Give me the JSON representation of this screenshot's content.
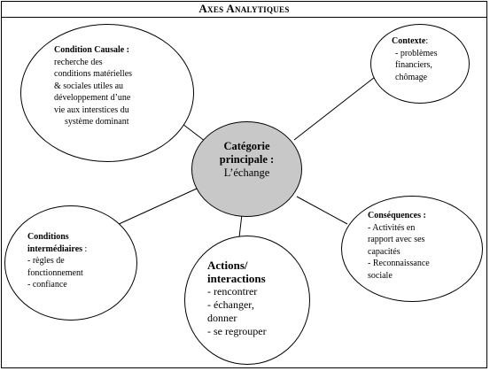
{
  "header": {
    "title": "Axes Analytiques"
  },
  "center": {
    "title_lines": [
      "Catégorie",
      "principale :"
    ],
    "subtitle": "L’échange"
  },
  "causale": {
    "title": "Condition Causale :",
    "lines": [
      "recherche des",
      "conditions matérielles",
      "& sociales utiles au",
      "développement d’une",
      "vie aux interstices du",
      "système dominant"
    ]
  },
  "contexte": {
    "title": "Contexte",
    "colon": ":",
    "lines": [
      "- problèmes",
      "financiers,",
      "chômage"
    ]
  },
  "consequences": {
    "title": "Conséquences :",
    "lines": [
      "- Activités en",
      "rapport avec ses",
      "capacités",
      "- Reconnaissance",
      "sociale"
    ]
  },
  "actions": {
    "title_lines": [
      "Actions/",
      "interactions"
    ],
    "lines": [
      "- rencontrer",
      "- échanger,",
      "donner",
      "- se regrouper"
    ]
  },
  "intermediaires": {
    "title_lines": [
      "Conditions",
      "intermédiaires"
    ],
    "title_suffix": " :",
    "lines": [
      "- règles de",
      "fonctionnement",
      "- confiance"
    ]
  }
}
